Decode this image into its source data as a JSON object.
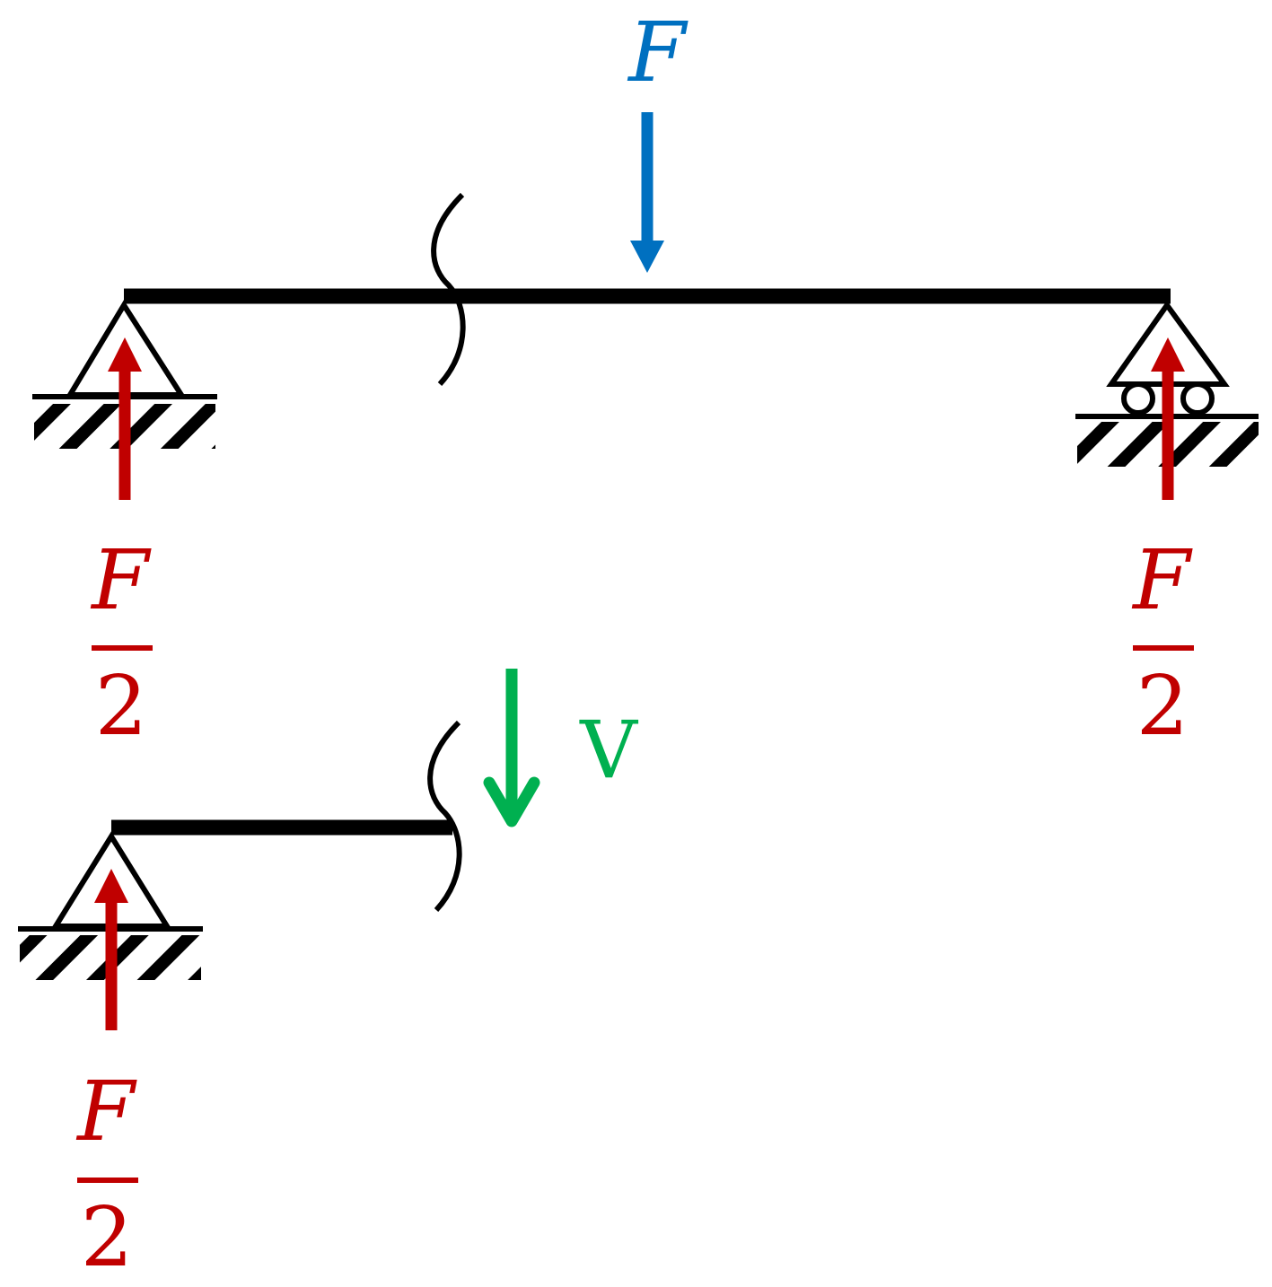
{
  "colors": {
    "beam": "#000000",
    "applied_load": "#0070c0",
    "reaction": "#c00000",
    "shear": "#00b050"
  },
  "labels": {
    "applied_force": "F",
    "reaction_numerator": "F",
    "reaction_denominator": "2",
    "shear_force": "V"
  }
}
